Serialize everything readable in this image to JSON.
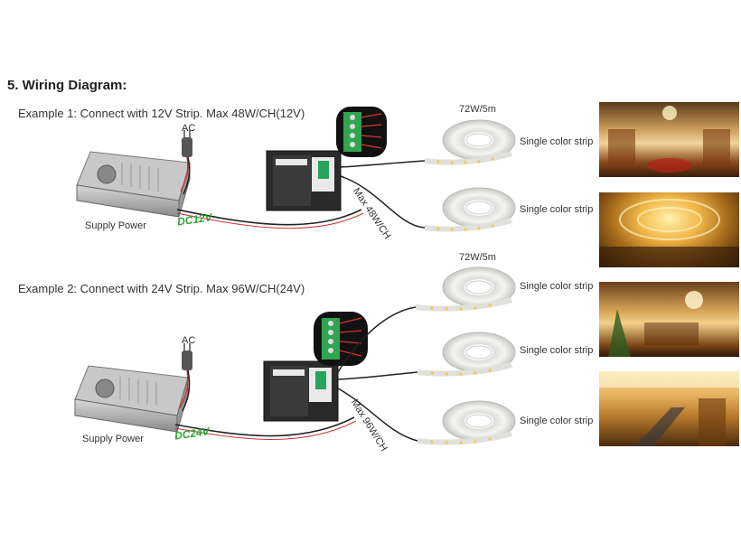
{
  "section_title": "5. Wiring Diagram:",
  "example1": {
    "heading": "Example 1: Connect with 12V Strip. Max 48W/CH(12V)",
    "ac": "AC",
    "supply": "Supply Power",
    "dc": "DC12V",
    "max": "Max 48W/CH",
    "strip_power": "72W/5m",
    "strips": [
      "Single color strip",
      "Single color strip"
    ]
  },
  "example2": {
    "heading": "Example 2: Connect with 24V Strip. Max 96W/CH(24V)",
    "ac": "AC",
    "supply": "Supply Power",
    "dc": "DC24V",
    "max": "Max 96W/CH",
    "strip_power": "72W/5m",
    "strips": [
      "Single color strip",
      "Single color strip",
      "Single color strip"
    ]
  },
  "colors": {
    "dc_label": "#2fa536",
    "wire": "#222222",
    "strip": "#f3f3f1"
  }
}
